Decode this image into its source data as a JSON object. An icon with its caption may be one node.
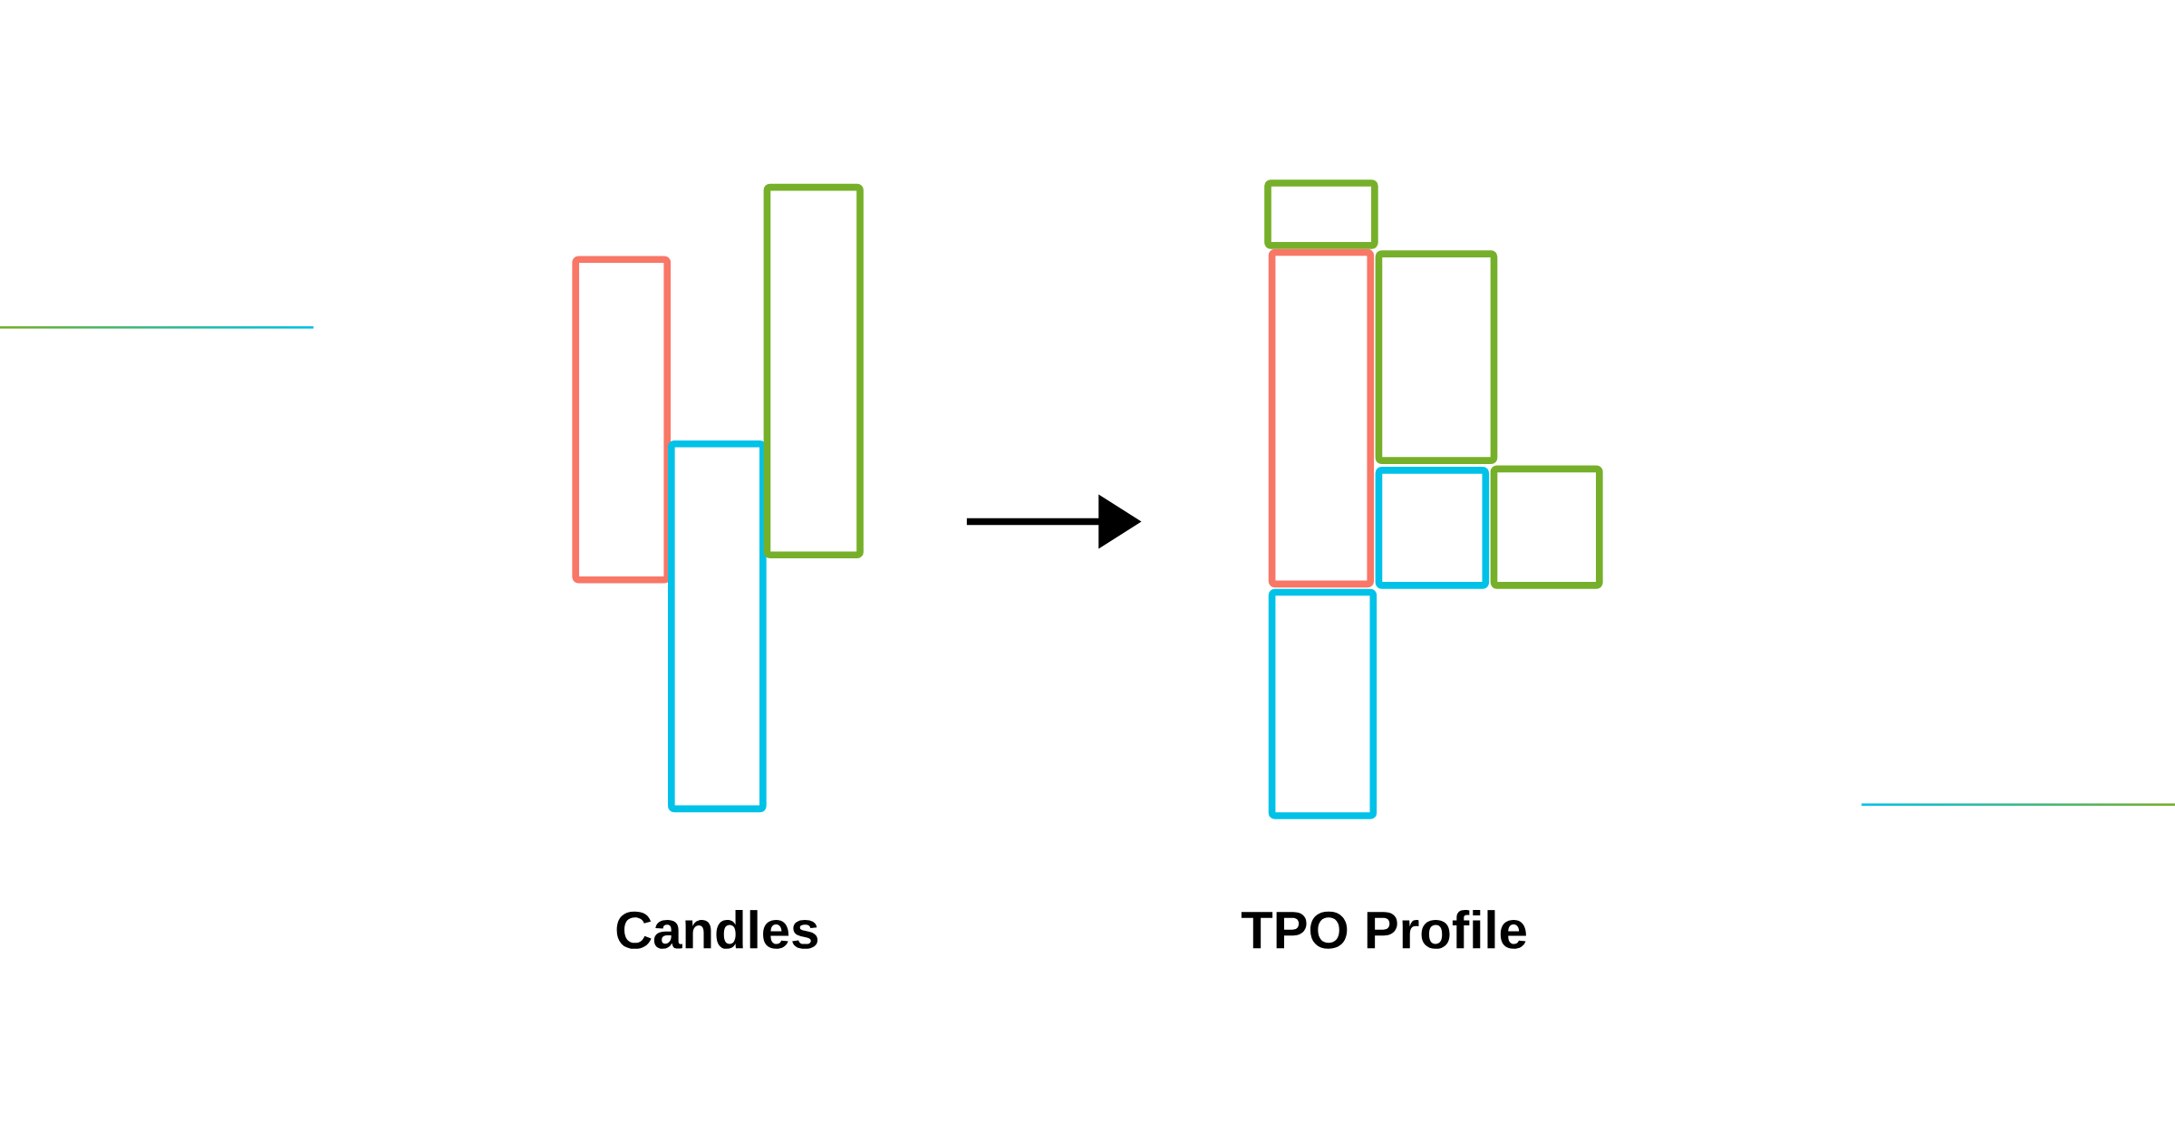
{
  "diagram": {
    "nodes": [
      {
        "text": [],
        "shape": "box"
      },
      {
        "text": [],
        "shape": "box"
      },
      {
        "text": [],
        "shape": "box"
      },
      {
        "text": [],
        "shape": "box"
      },
      {
        "text": [],
        "shape": "box"
      },
      {
        "text": [],
        "shape": "box"
      },
      {
        "text": [],
        "shape": "box"
      },
      {
        "text": [],
        "shape": "box"
      },
      {
        "text": [],
        "shape": "box"
      }
    ],
    "labels": [
      "Candles",
      "TPO Profile"
    ]
  }
}
